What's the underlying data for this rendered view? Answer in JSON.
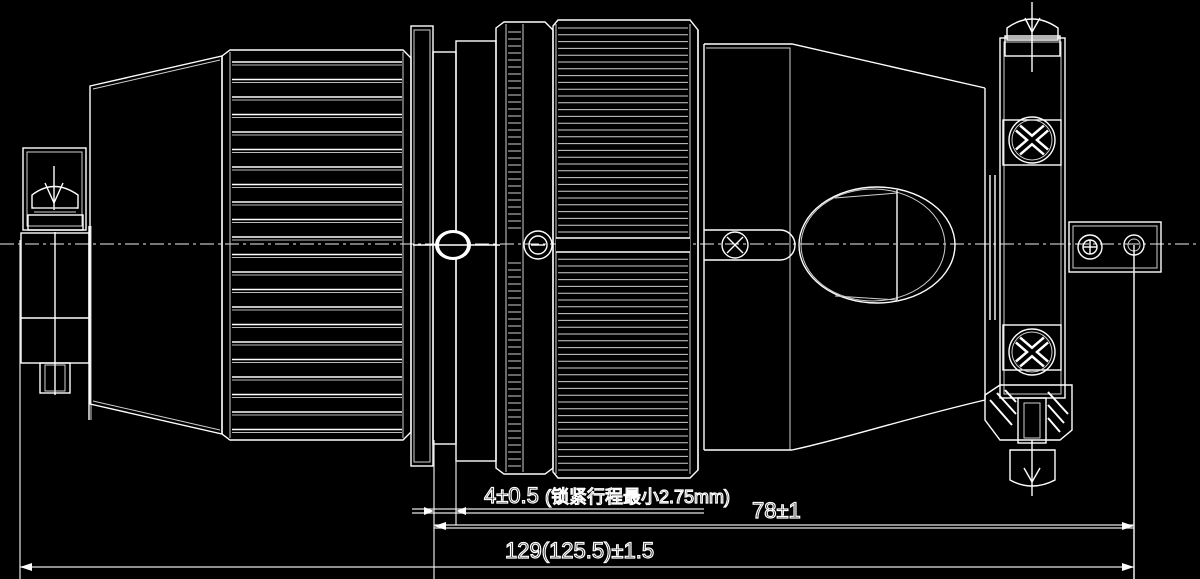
{
  "drawing": {
    "title": "Connector plug outline drawing",
    "style": "inverted technical line drawing (white lines on black)",
    "colors": {
      "background": "#000000",
      "lines": "#ffffff"
    }
  },
  "dimensions": {
    "locking_travel": {
      "value": "4±0.5",
      "note": "(锁紧行程最小2.75mm)",
      "full": "4±0.5 (锁紧行程最小2.75mm)"
    },
    "length_78": {
      "value": "78±1"
    },
    "overall_length": {
      "value": "129(125.5)±1.5"
    }
  },
  "components": [
    {
      "name": "left-end-strap-clip"
    },
    {
      "name": "conical-rear-shell"
    },
    {
      "name": "knurled-coupling-nut"
    },
    {
      "name": "flange-ring"
    },
    {
      "name": "fine-knurled-ring"
    },
    {
      "name": "knurled-body-sleeve"
    },
    {
      "name": "tapered-front-shell"
    },
    {
      "name": "oval-window"
    },
    {
      "name": "cross-screw-upper"
    },
    {
      "name": "cross-screw-lower"
    },
    {
      "name": "right-mounting-bracket"
    },
    {
      "name": "side-tab-with-holes"
    }
  ]
}
